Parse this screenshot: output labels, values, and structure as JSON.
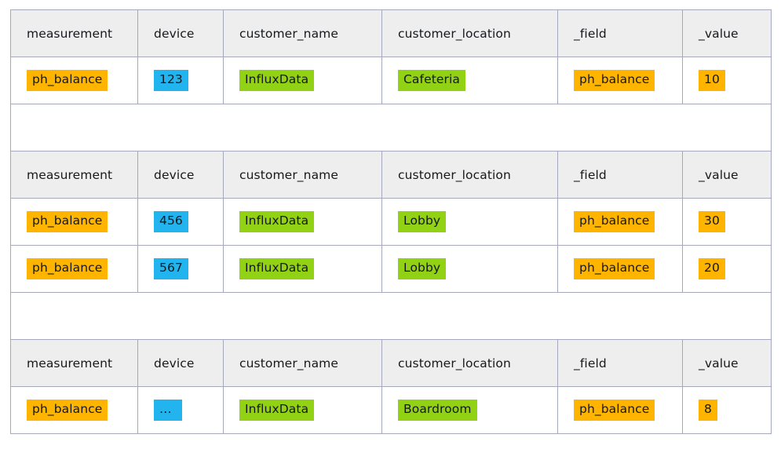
{
  "page": {
    "title": "Flux grouped result tables",
    "background": "#ffffff"
  },
  "colors": {
    "chip_orange": "#ffb500",
    "chip_blue": "#22b4ef",
    "chip_green": "#92d215",
    "header_background": "#eeeeee",
    "border": "#a6a9bd",
    "text": "#16181c"
  },
  "columns": [
    {
      "key": "measurement",
      "label": "measurement"
    },
    {
      "key": "device",
      "label": "device"
    },
    {
      "key": "customer_name",
      "label": "customer_name"
    },
    {
      "key": "customer_location",
      "label": "customer_location"
    },
    {
      "key": "_field",
      "label": "_field"
    },
    {
      "key": "_value",
      "label": "_value"
    }
  ],
  "tables": [
    {
      "headers": [
        "measurement",
        "device",
        "customer_name",
        "customer_location",
        "_field",
        "_value"
      ],
      "rows": [
        {
          "measurement": "ph_balance",
          "device": "123",
          "customer_name": "InfluxData",
          "customer_location": "Cafeteria",
          "_field": "ph_balance",
          "_value": "10"
        }
      ]
    },
    {
      "headers": [
        "measurement",
        "device",
        "customer_name",
        "customer_location",
        "_field",
        "_value"
      ],
      "rows": [
        {
          "measurement": "ph_balance",
          "device": "456",
          "customer_name": "InfluxData",
          "customer_location": "Lobby",
          "_field": "ph_balance",
          "_value": "30"
        },
        {
          "measurement": "ph_balance",
          "device": "567",
          "customer_name": "InfluxData",
          "customer_location": "Lobby",
          "_field": "ph_balance",
          "_value": "20"
        }
      ]
    },
    {
      "headers": [
        "measurement",
        "device",
        "customer_name",
        "customer_location",
        "_field",
        "_value"
      ],
      "rows": [
        {
          "measurement": "ph_balance",
          "device": "…",
          "customer_name": "InfluxData",
          "customer_location": "Boardroom",
          "_field": "ph_balance",
          "_value": "8"
        }
      ]
    }
  ]
}
